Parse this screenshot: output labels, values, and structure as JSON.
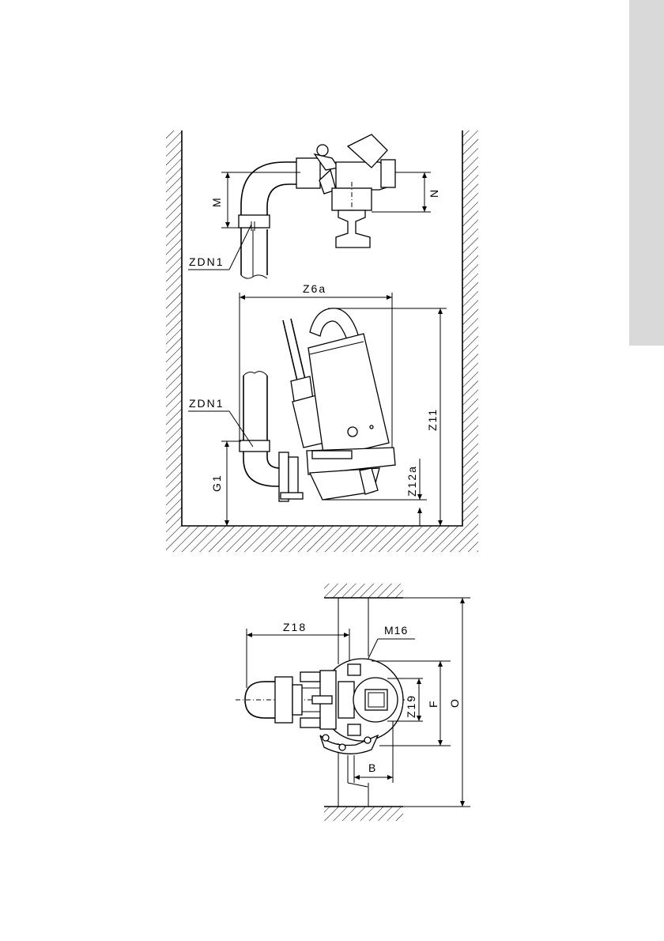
{
  "labels": {
    "M": "M",
    "N": "N",
    "ZDN1_top": "ZDN1",
    "Z6a": "Z6a",
    "ZDN1_mid": "ZDN1",
    "Z11": "Z11",
    "G1": "G1",
    "Z12a": "Z12a",
    "Z18": "Z18",
    "M16": "M16",
    "Z19": "Z19",
    "F": "F",
    "O": "O",
    "B": "B"
  }
}
